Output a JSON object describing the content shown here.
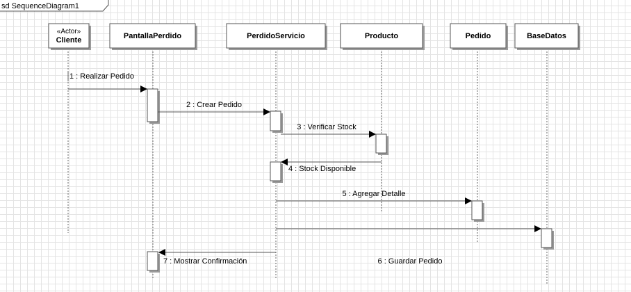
{
  "frame": {
    "label": "sd SequenceDiagram1"
  },
  "lifelines": [
    {
      "id": "cliente",
      "stereotype": "«Actor»",
      "name": "Cliente"
    },
    {
      "id": "pantalla",
      "name": "PantallaPerdido"
    },
    {
      "id": "servicio",
      "name": "PerdidoServicio"
    },
    {
      "id": "producto",
      "name": "Producto"
    },
    {
      "id": "pedido",
      "name": "Pedido"
    },
    {
      "id": "basedatos",
      "name": "BaseDatos"
    }
  ],
  "messages": [
    {
      "id": "m1",
      "label": "1 : Realizar Pedido",
      "from": "cliente",
      "to": "pantalla"
    },
    {
      "id": "m2",
      "label": "2 : Crear Pedido",
      "from": "pantalla",
      "to": "servicio"
    },
    {
      "id": "m3",
      "label": "3 : Verificar Stock",
      "from": "servicio",
      "to": "producto"
    },
    {
      "id": "m4",
      "label": "4 : Stock Disponible",
      "from": "producto",
      "to": "servicio"
    },
    {
      "id": "m5",
      "label": "5 : Agregar Detalle",
      "from": "servicio",
      "to": "pedido"
    },
    {
      "id": "m6",
      "label": "6 : Guardar Pedido",
      "from": "servicio",
      "to": "basedatos"
    },
    {
      "id": "m7",
      "label": "7 : Mostrar Confirmación",
      "from": "servicio",
      "to": "pantalla"
    }
  ],
  "colors": {
    "grid": "#e4e4e4",
    "line": "#555555",
    "shadow": "#9a9a9a"
  }
}
